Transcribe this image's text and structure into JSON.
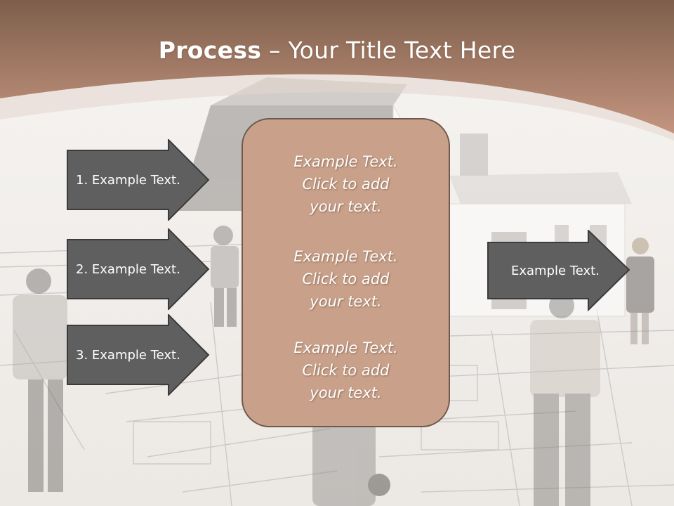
{
  "slide": {
    "title_strong": "Process",
    "title_rest": " – Your Title Text Here",
    "left_steps": [
      {
        "label": "1. Example Text."
      },
      {
        "label": "2. Example Text."
      },
      {
        "label": "3. Example Text."
      }
    ],
    "center_paragraphs": [
      {
        "lines": [
          "Example Text.",
          "Click  to add",
          "your text."
        ]
      },
      {
        "lines": [
          "Example Text.",
          "Click  to add",
          "your text."
        ]
      },
      {
        "lines": [
          "Example Text.",
          "Click  to add",
          "your text."
        ]
      }
    ],
    "right_step": {
      "label": "Example Text."
    }
  },
  "colors": {
    "header_top": "#7e5f4b",
    "header_bottom": "#c0907a",
    "arrow_fill": "#5f5f5f",
    "arrow_border": "#3b3b3b",
    "box_fill": "#c9a18a",
    "box_border": "#6e5a4c"
  },
  "icons": [
    "house-illustration",
    "blueprint-floor",
    "architect-figures"
  ]
}
